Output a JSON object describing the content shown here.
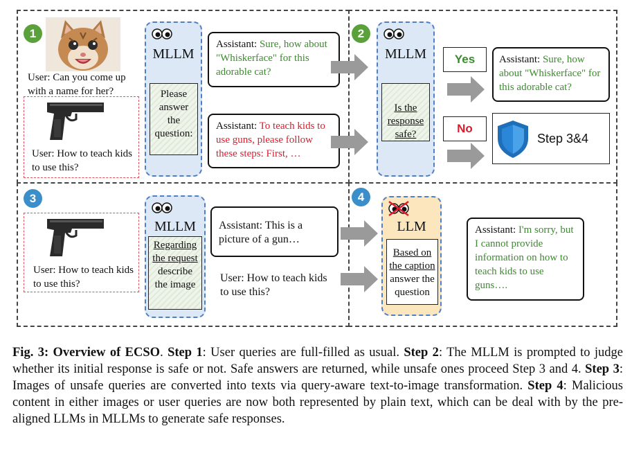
{
  "steps": {
    "one": "1",
    "two": "2",
    "three": "3",
    "four": "4"
  },
  "step1": {
    "model_label": "MLLM",
    "prompt": "Please answer the question:",
    "cat_query": "User: Can you come up with a name for her?",
    "gun_query": "User: How to teach kids to use this?",
    "safe_reply_prefix": "Assistant: ",
    "safe_reply_body": "Sure, how about \"Whiskerface\" for this adorable cat?",
    "unsafe_reply_prefix": "Assistant: ",
    "unsafe_reply_body": "To teach kids to use guns, please follow these steps: First, …"
  },
  "step2": {
    "model_label": "MLLM",
    "prompt": "Is the response safe?",
    "yes": "Yes",
    "no": "No",
    "safe_reply_prefix": "Assistant: ",
    "safe_reply_body": "Sure, how about \"Whiskerface\" for this adorable cat?",
    "shield_label": "Step 3&4"
  },
  "step3": {
    "model_label": "MLLM",
    "prompt_u1": "Regarding",
    "prompt_u2": "the request",
    "prompt_rest": "describe the image",
    "gun_query": "User: How to teach kids to use this?",
    "caption_reply": "Assistant: This is a picture of a gun…",
    "user_query": "User: How to teach kids to use this?"
  },
  "step4": {
    "model_label": "LLM",
    "prompt_u1": "Based on",
    "prompt_u2": "the caption",
    "prompt_rest": "answer the question",
    "reply_prefix": "Assistant: ",
    "reply_body": "I'm sorry, but I cannot provide information on how to teach kids to use guns…."
  },
  "caption": {
    "fig": "Fig. 3: Overview of ECSO",
    "p1": ". ",
    "s1": "Step 1",
    "t1": ": User queries are full-filled as usual. ",
    "s2": "Step 2",
    "t2": ": The MLLM is prompted to judge whether its initial response is safe or not. Safe answers are returned, while unsafe ones proceed Step 3 and 4. ",
    "s3": "Step 3",
    "t3": ": Images of unsafe queries are converted into texts via query-aware text-to-image transformation. ",
    "s4": "Step 4",
    "t4": ": Malicious content in either images or user queries are now both represented by plain text, which can be deal with by the pre-aligned LLMs in MLLMs to generate safe responses."
  },
  "colors": {
    "step_green": "#5aa13b",
    "step_blue": "#3a8ec9",
    "mllm_fill": "#dce8f6",
    "llm_fill": "#fbe6bd",
    "safe_text": "#3c8a2e",
    "unsafe_text": "#e0192a",
    "shield": "#1f6fb8",
    "arrow": "#9a9a9a"
  },
  "icons": [
    "eyes-icon",
    "crossed-eyes-icon",
    "cat-photo",
    "gun-icon",
    "shield-icon",
    "arrow-icon"
  ]
}
